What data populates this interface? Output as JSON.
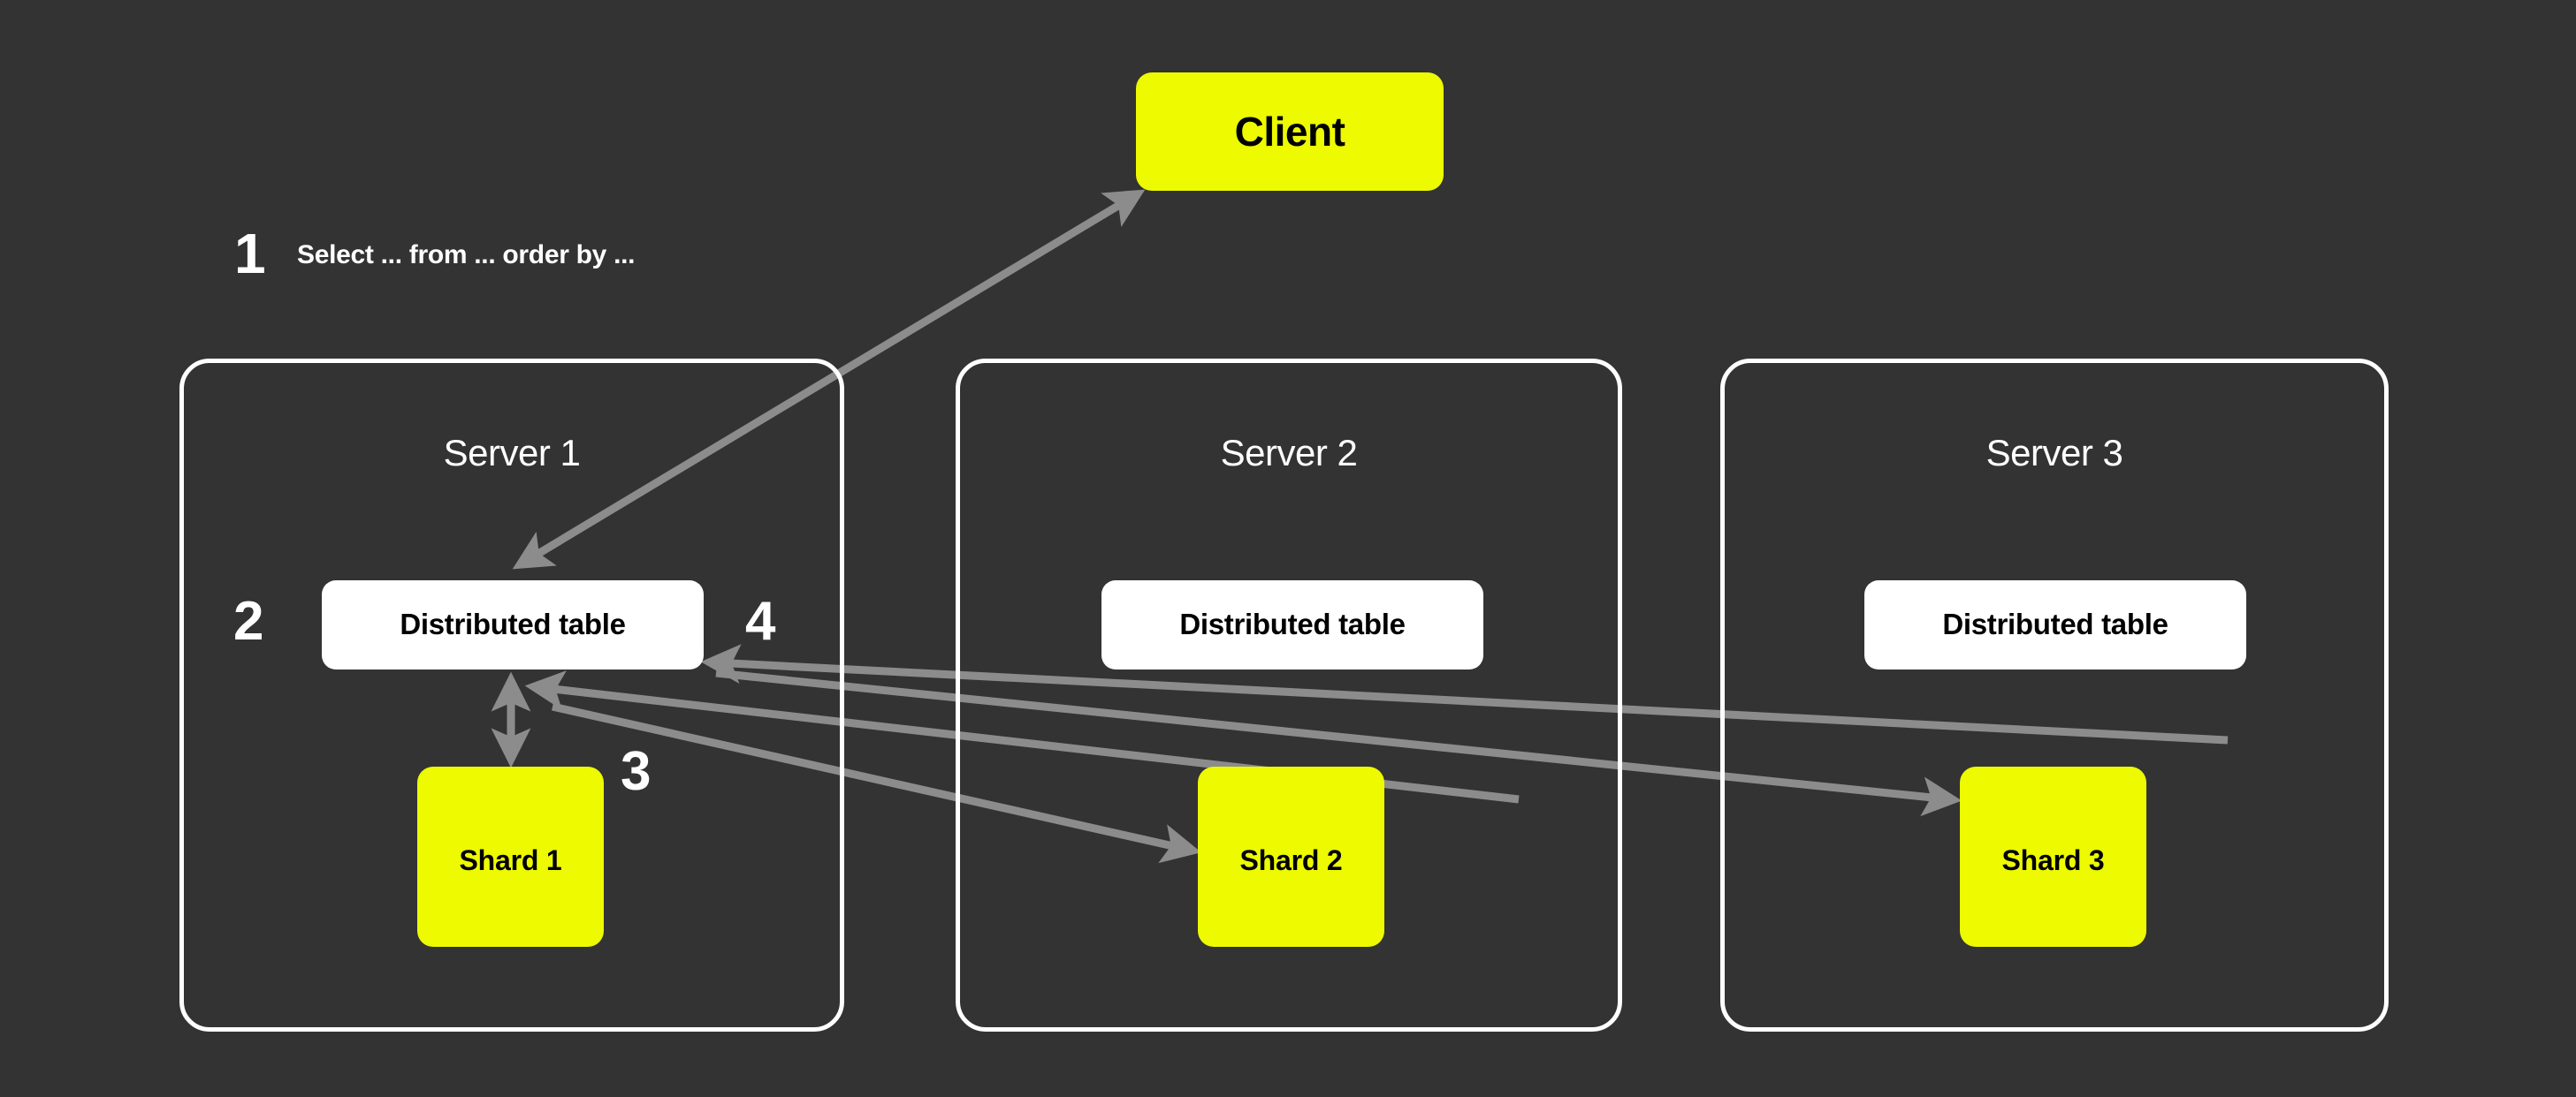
{
  "meta": {
    "title": "Distributed table query flow",
    "background_color": "#333333",
    "accent_yellow": "#EDFA00",
    "panel_border_color": "#FFFFFF",
    "arrow_color": "#8C8C8C",
    "text_white": "#FFFFFF",
    "text_black": "#000000"
  },
  "client": {
    "label": "Client"
  },
  "steps": {
    "one": "1",
    "two": "2",
    "three": "3",
    "four": "4",
    "query": "Select ... from ... order by ..."
  },
  "servers": [
    {
      "title": "Server 1",
      "distributed_table": "Distributed table",
      "shard": "Shard 1"
    },
    {
      "title": "Server 2",
      "distributed_table": "Distributed table",
      "shard": "Shard 2"
    },
    {
      "title": "Server 3",
      "distributed_table": "Distributed table",
      "shard": "Shard 3"
    }
  ],
  "arrows": [
    {
      "name": "client-to-distributed-table-1",
      "step": "1",
      "style": "double-headed",
      "from": "Client",
      "to": "Distributed table (Server 1)"
    },
    {
      "name": "distributed-table-1-to-shard-1",
      "step": "2",
      "style": "double-headed",
      "from": "Distributed table (Server 1)",
      "to": "Shard 1"
    },
    {
      "name": "distributed-table-1-to-shard-2",
      "step": "3",
      "style": "single-headed",
      "from": "Distributed table (Server 1)",
      "to": "Shard 2"
    },
    {
      "name": "shard-2-to-distributed-table-1",
      "step": "3",
      "style": "single-headed",
      "from": "Shard 2",
      "to": "Distributed table (Server 1)"
    },
    {
      "name": "distributed-table-1-to-shard-3",
      "step": "4",
      "style": "single-headed",
      "from": "Distributed table (Server 1)",
      "to": "Shard 3"
    },
    {
      "name": "shard-3-to-distributed-table-1",
      "step": "4",
      "style": "single-headed",
      "from": "Shard 3",
      "to": "Distributed table (Server 1)"
    }
  ]
}
